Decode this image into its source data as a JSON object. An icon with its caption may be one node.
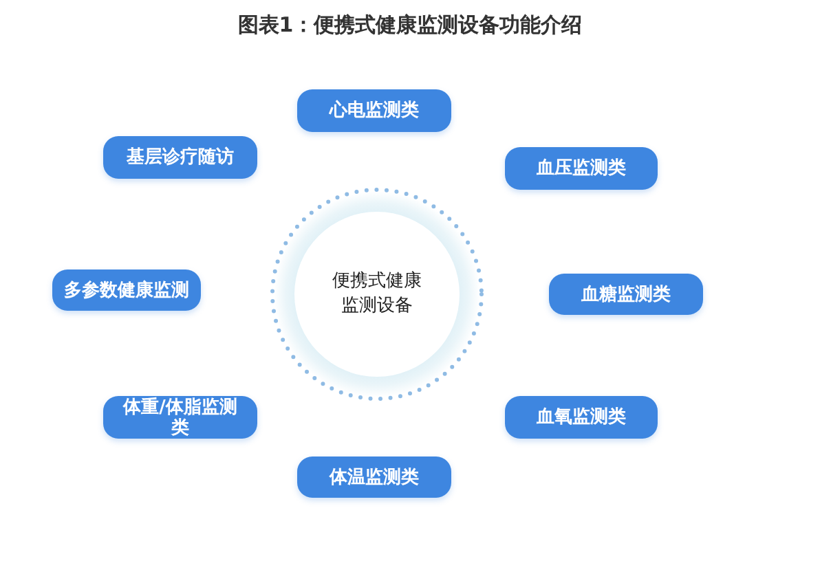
{
  "diagram": {
    "title": "图表1：便携式健康监测设备功能介绍",
    "nodes": [
      {
        "text": [
          "心电监测类"
        ]
      },
      {
        "text": [
          "基层诊疗随访"
        ]
      },
      {
        "text": [
          "血压监测类"
        ]
      },
      {
        "text": [
          "便携式健康监测设备"
        ]
      },
      {
        "text": [
          "多参数健康监测"
        ]
      },
      {
        "text": [
          "血糖监测类"
        ]
      },
      {
        "text": [
          "体重/体脂监测类"
        ]
      },
      {
        "text": [
          "血氧监测类"
        ]
      },
      {
        "text": [
          "体温监测类"
        ]
      }
    ]
  }
}
